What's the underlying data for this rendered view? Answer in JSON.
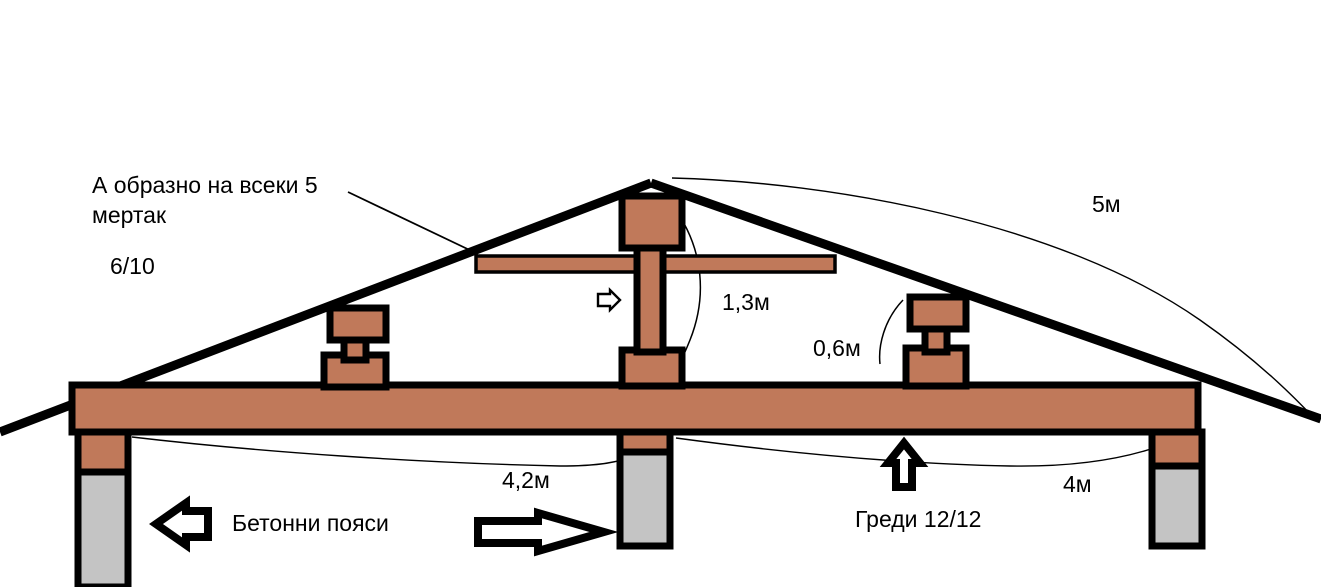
{
  "drawing": {
    "title": "Roof truss cross-section construction drawing",
    "background_color": "#ffffff",
    "colors": {
      "wood": "#c0795a",
      "outline": "#000000",
      "concrete": "#c4c4c4",
      "leader": "#000000"
    }
  },
  "annotations": {
    "truss_note_line1": "А образно на всеки 5",
    "truss_note_line2": "мертак",
    "rafter_size": "6/10",
    "king_post_height": "1,3м",
    "queen_post_height": "0,6м",
    "ridge_span": "5м",
    "left_bay_span": "4,2м",
    "right_bay_span": "4м",
    "concrete_belts_caption": "Бетонни пояси",
    "beams_caption": "Греди 12/12"
  },
  "icons": {
    "arrow_left": "arrow-left-icon",
    "arrow_right": "arrow-right-icon",
    "arrow_up": "arrow-up-icon",
    "arrow_small_right": "arrow-small-right-icon"
  },
  "members": {
    "tie_beam": "main-tie-beam",
    "collar_tie": "collar-tie-beam",
    "king_post": "king-post",
    "ridge_block": "ridge-block",
    "left_rafter": "left-rafter",
    "right_rafter": "right-rafter",
    "left_queen_post": "left-queen-post",
    "right_queen_post": "right-queen-post",
    "left_column": "left-concrete-column",
    "center_column": "center-concrete-column",
    "right_column": "right-concrete-column"
  }
}
